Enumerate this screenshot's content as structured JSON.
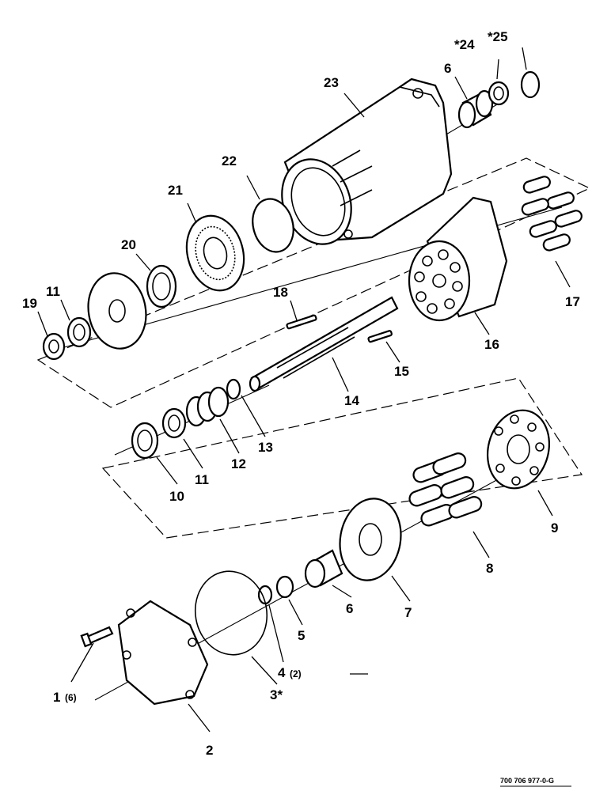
{
  "drawing_number": "700 706 977-0-G",
  "callouts": [
    {
      "id": "c24",
      "label": "*24"
    },
    {
      "id": "c25",
      "label": "*25"
    },
    {
      "id": "c6a",
      "label": "6"
    },
    {
      "id": "c23",
      "label": "23"
    },
    {
      "id": "c22",
      "label": "22"
    },
    {
      "id": "c21",
      "label": "21"
    },
    {
      "id": "c20",
      "label": "20"
    },
    {
      "id": "c19",
      "label": "19"
    },
    {
      "id": "c11a",
      "label": "11"
    },
    {
      "id": "c18",
      "label": "18"
    },
    {
      "id": "c17",
      "label": "17"
    },
    {
      "id": "c16",
      "label": "16"
    },
    {
      "id": "c15",
      "label": "15"
    },
    {
      "id": "c14",
      "label": "14"
    },
    {
      "id": "c13",
      "label": "13"
    },
    {
      "id": "c12",
      "label": "12"
    },
    {
      "id": "c11b",
      "label": "11"
    },
    {
      "id": "c10",
      "label": "10"
    },
    {
      "id": "c9",
      "label": "9"
    },
    {
      "id": "c8",
      "label": "8"
    },
    {
      "id": "c7",
      "label": "7"
    },
    {
      "id": "c6b",
      "label": "6"
    },
    {
      "id": "c5",
      "label": "5"
    },
    {
      "id": "c4",
      "label": "4"
    },
    {
      "id": "c4q",
      "label": "(2)"
    },
    {
      "id": "c3",
      "label": "3*"
    },
    {
      "id": "c2",
      "label": "2"
    },
    {
      "id": "c1",
      "label": "1"
    },
    {
      "id": "c1q",
      "label": "(6)"
    }
  ]
}
